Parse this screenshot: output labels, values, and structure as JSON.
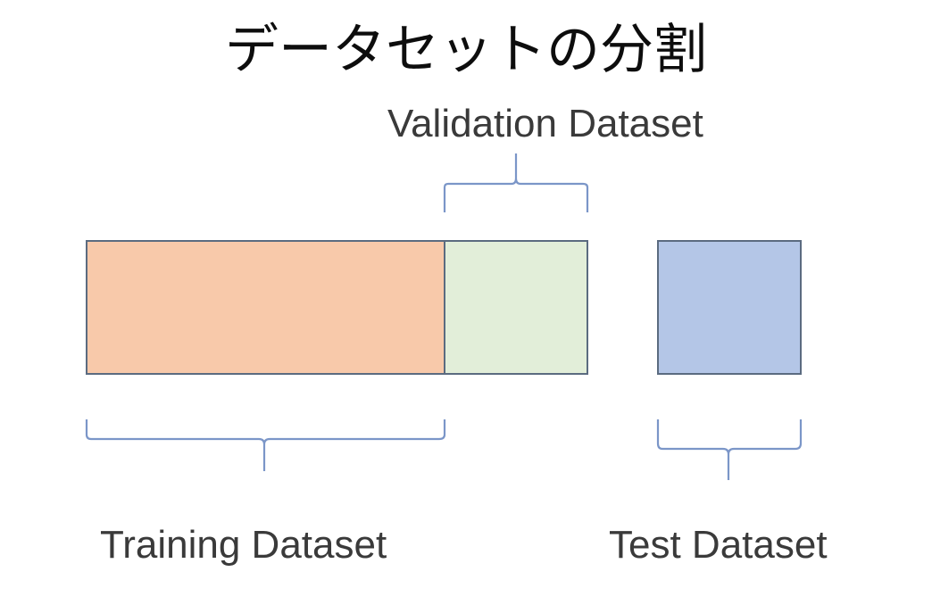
{
  "title": "データセットの分割",
  "segments": {
    "training": {
      "label": "Training Dataset",
      "color": "#f8c9aa"
    },
    "validation": {
      "label": "Validation Dataset",
      "color": "#e2eed9"
    },
    "test": {
      "label": "Test Dataset",
      "color": "#b4c6e7"
    }
  },
  "colors": {
    "box_outline": "#5b6b80",
    "bracket": "#7b96c8"
  }
}
